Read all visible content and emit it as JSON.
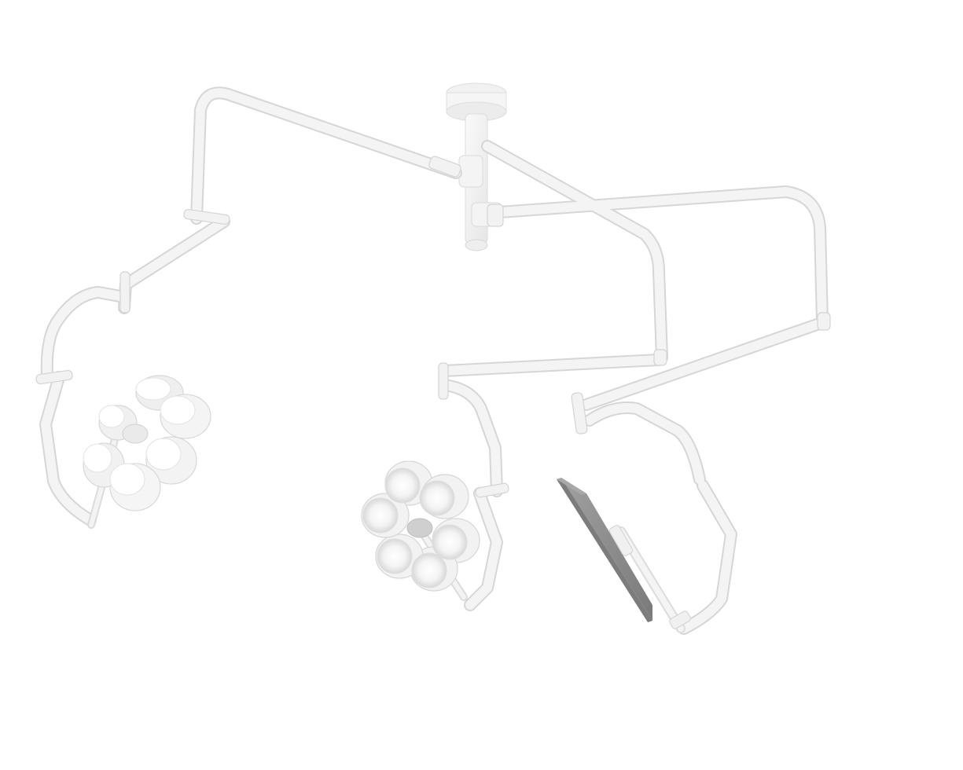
{
  "scene": {
    "background": "#ffffff",
    "colors": {
      "body": "#f3f3f3",
      "body_edge": "#dcdcdc",
      "shadow": "#d2d2d2",
      "lens": "#e9e9e9",
      "lens_glow": "#ffffff",
      "monitor": "#8c8c8c",
      "monitor_dark": "#6e6e6e"
    },
    "objects": [
      {
        "name": "ceiling-mount",
        "icon": "ceiling-mount-icon"
      },
      {
        "name": "surgical-light-left",
        "icon": "surgical-light-icon",
        "led_modules": 6
      },
      {
        "name": "surgical-light-center",
        "icon": "surgical-light-icon",
        "led_modules": 6
      },
      {
        "name": "monitor-holder",
        "icon": "monitor-icon"
      }
    ]
  }
}
